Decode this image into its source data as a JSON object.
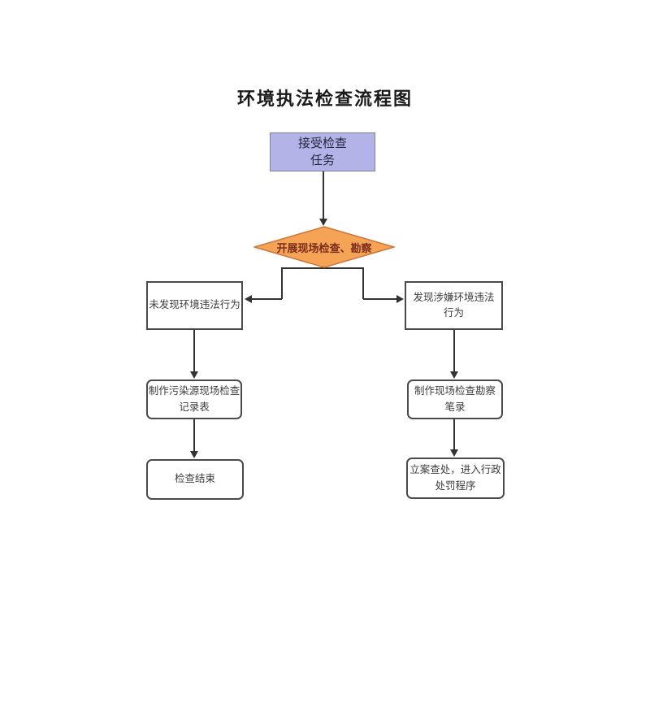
{
  "page": {
    "title": "环境执法检查流程图"
  },
  "colors": {
    "start_fill": "#b3b3e8",
    "start_border": "#7e7e9e",
    "start_text": "#26263f",
    "diamond_fill": "#f5a355",
    "diamond_border": "#d0763a",
    "diamond_text": "#7c2d1d",
    "box_border": "#4a4a4a",
    "box_text": "#3d3d3d",
    "line": "#333333"
  },
  "flowchart": {
    "nodes": {
      "start": {
        "label": "接受检查\n任务"
      },
      "decision": {
        "label": "开展现场检查、勘察"
      },
      "no_violation": {
        "label": "未发现环境违法行为"
      },
      "record_form": {
        "label": "制作污染源现场检查\n记录表"
      },
      "end": {
        "label": "检查结束"
      },
      "violation_found": {
        "label": "发现涉嫌环境违法\n行为"
      },
      "survey_notes": {
        "label": "制作现场检查勘察\n笔录"
      },
      "filing": {
        "label": "立案查处，进入行政\n处罚程序"
      }
    }
  }
}
